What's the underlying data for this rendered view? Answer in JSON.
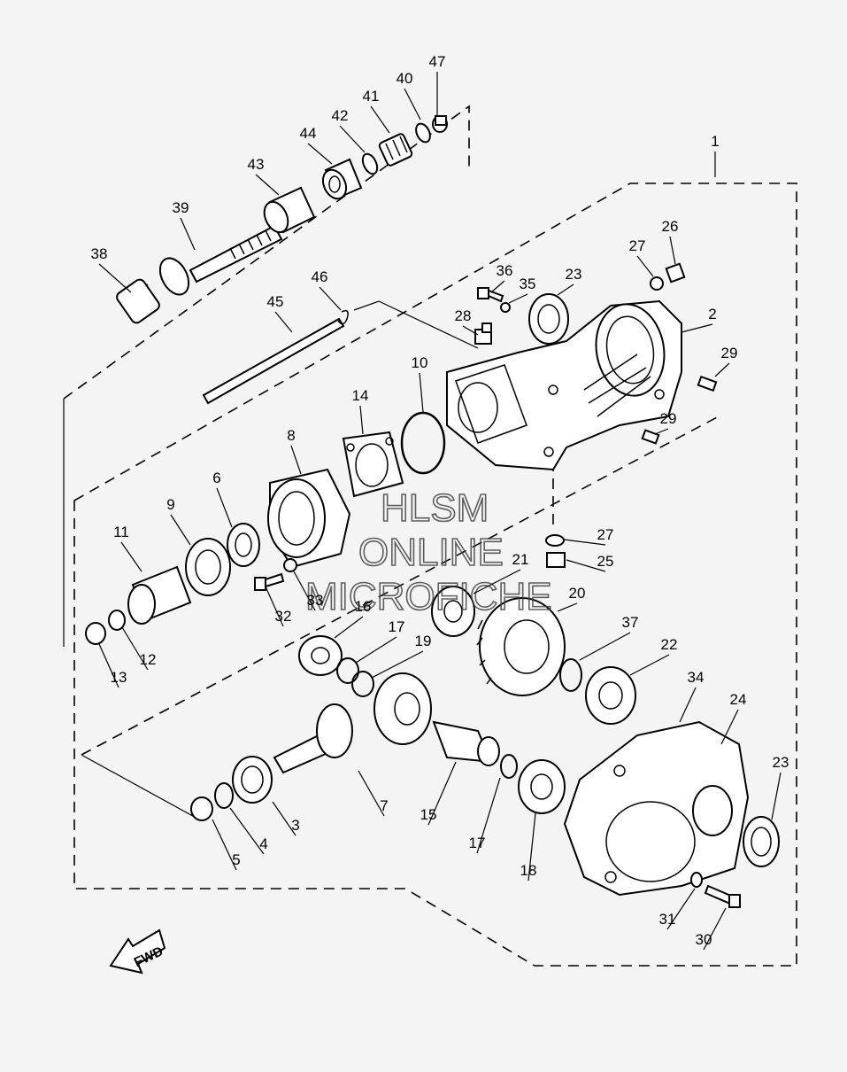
{
  "diagram": {
    "callouts": [
      "1",
      "2",
      "3",
      "4",
      "5",
      "6",
      "7",
      "8",
      "9",
      "10",
      "11",
      "12",
      "13",
      "14",
      "15",
      "16",
      "17",
      "17",
      "18",
      "19",
      "20",
      "21",
      "22",
      "23",
      "23",
      "24",
      "25",
      "26",
      "27",
      "27",
      "28",
      "29",
      "29",
      "30",
      "31",
      "32",
      "33",
      "34",
      "35",
      "36",
      "37",
      "38",
      "39",
      "40",
      "41",
      "42",
      "43",
      "44",
      "45",
      "46",
      "47"
    ],
    "fwd_label": "FWD"
  },
  "watermark": {
    "line1": "HLSM",
    "line2": "ONLINE",
    "line3": "MICROFICHE"
  }
}
